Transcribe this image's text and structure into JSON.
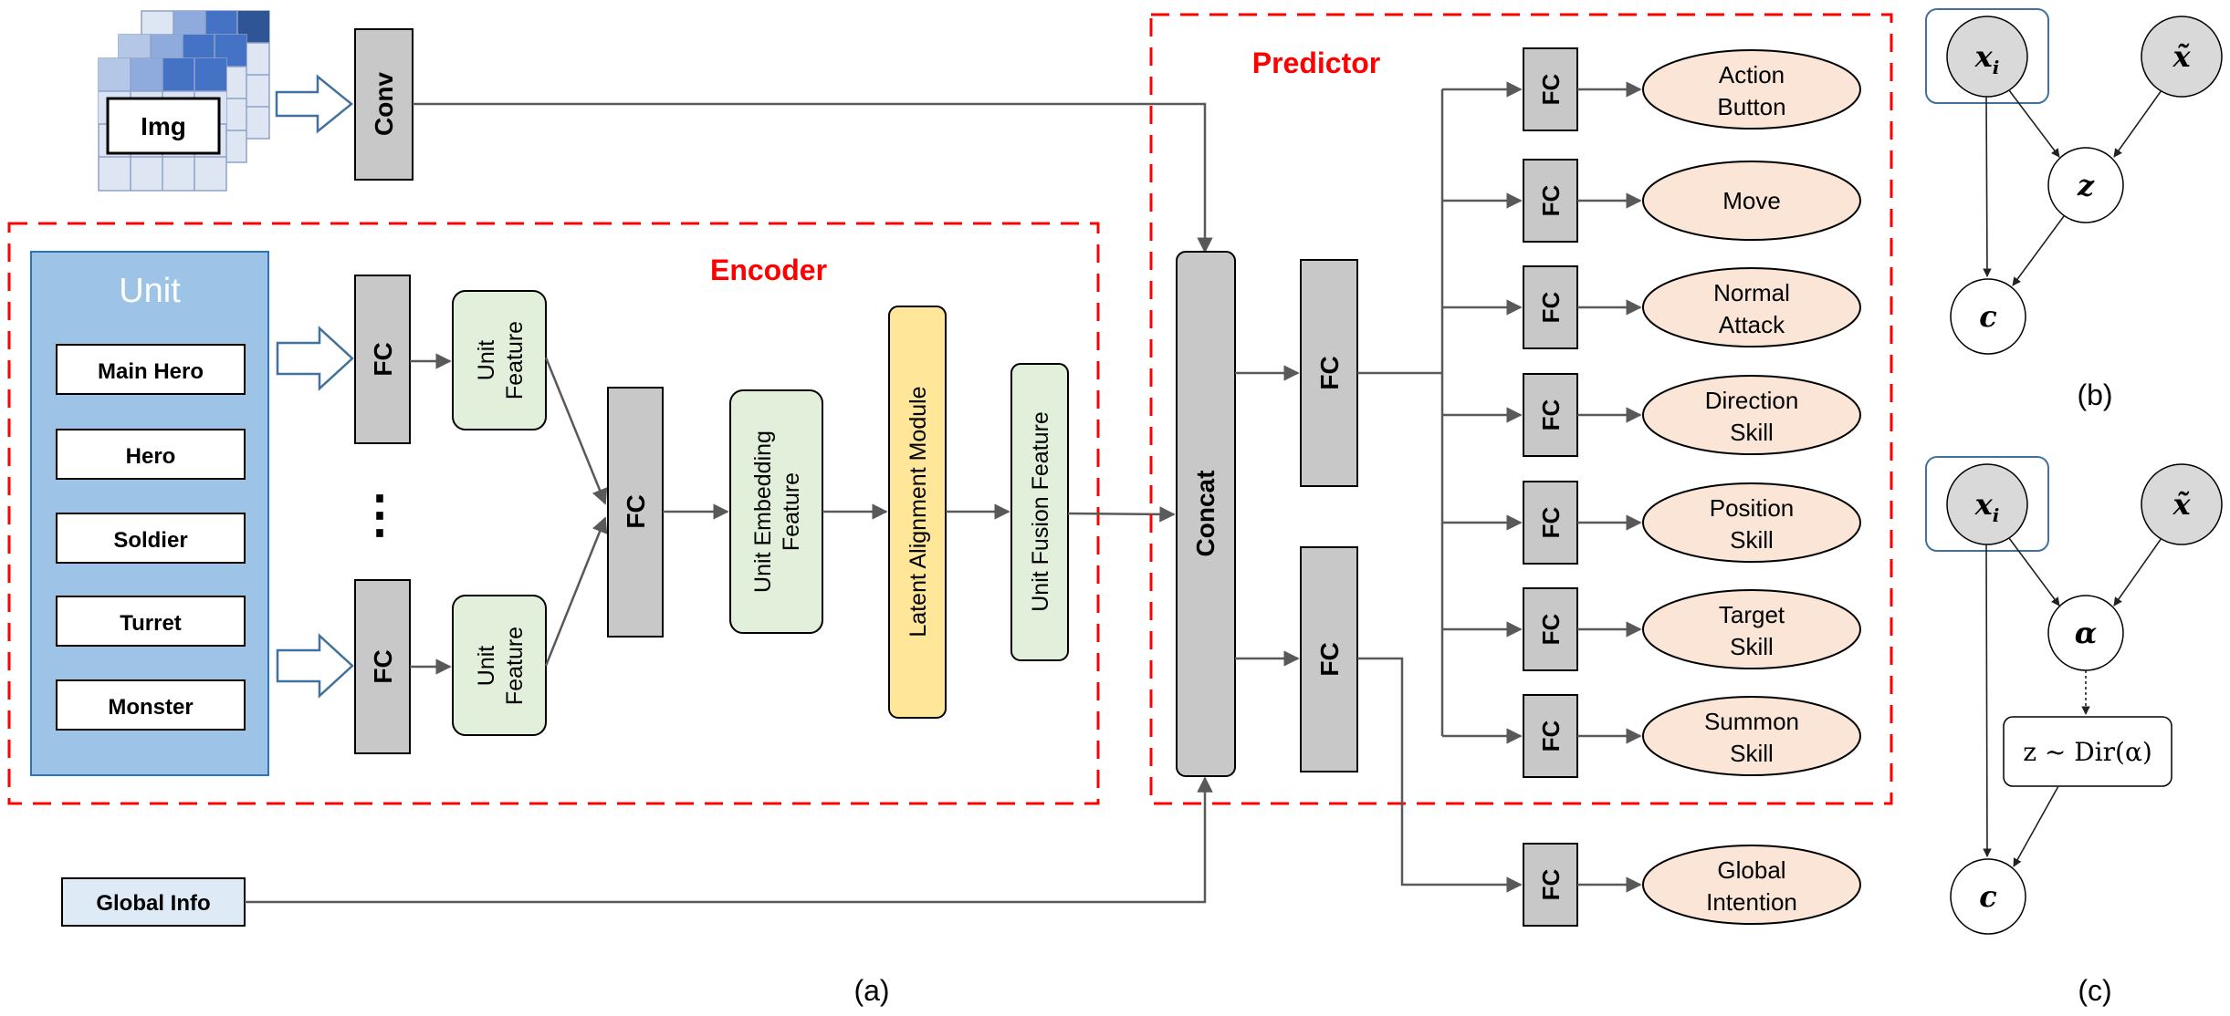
{
  "panels": {
    "a": "(a)",
    "b": "(b)",
    "c": "(c)"
  },
  "input": {
    "img_label": "Img",
    "conv_label": "Conv",
    "global_info_label": "Global Info"
  },
  "encoder": {
    "title": "Encoder",
    "unit_panel_title": "Unit",
    "unit_items": [
      "Main Hero",
      "Hero",
      "Soldier",
      "Turret",
      "Monster"
    ],
    "fc_label": "FC",
    "ellipsis": "⋮",
    "unit_feature_lines": [
      "Unit",
      "Feature"
    ],
    "unit_embedding_lines": [
      "Unit Embedding",
      "Feature"
    ],
    "latent_alignment": "Latent Alignment Module",
    "unit_fusion": "Unit Fusion Feature"
  },
  "predictor": {
    "title": "Predictor",
    "concat_label": "Concat",
    "fc_label": "FC",
    "outputs": [
      [
        "Action",
        "Button"
      ],
      [
        "Move"
      ],
      [
        "Normal",
        "Attack"
      ],
      [
        "Direction",
        "Skill"
      ],
      [
        "Position",
        "Skill"
      ],
      [
        "Target",
        "Skill"
      ],
      [
        "Summon",
        "Skill"
      ]
    ],
    "global_output": [
      "Global",
      "Intention"
    ]
  },
  "graphical_models": {
    "x_i": "x",
    "x_i_sub": "i",
    "x_tilde": "x̃",
    "z": "z",
    "c": "c",
    "alpha": "α",
    "dir_box": "z ~ Dir(α)"
  },
  "colors": {
    "red_dash": "#ff0000",
    "gray_box": "#c8c8c8",
    "unit_panel": "#9dc3e6",
    "green_box": "#e2efda",
    "yellow_box": "#ffe699",
    "output_ellipse": "#fbe5d6",
    "global_info": "#deebf7",
    "arrow": "#595959"
  }
}
